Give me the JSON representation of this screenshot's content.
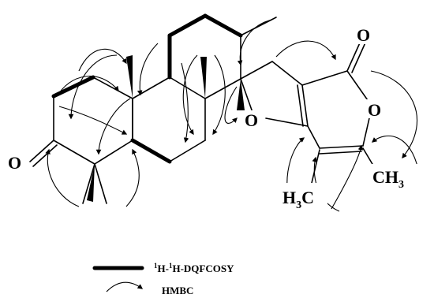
{
  "atoms": {
    "carbonyl_o_ring_a": "O",
    "lactone_carbonyl_o": "O",
    "ring_o_lactone": "O",
    "furan_o": "O",
    "methyl_left": "H",
    "methyl_left_sub": "3",
    "methyl_left_c": "C",
    "methyl_right": "CH",
    "methyl_right_sub": "3"
  },
  "legend": {
    "cosy_prefix_sup_1": "1",
    "cosy_h1": "H-",
    "cosy_prefix_sup_2": "1",
    "cosy_h2": "H-DQFCOSY",
    "hmbc_label": "HMBC"
  },
  "colors": {
    "ink": "#000000",
    "background": "#ffffff"
  }
}
